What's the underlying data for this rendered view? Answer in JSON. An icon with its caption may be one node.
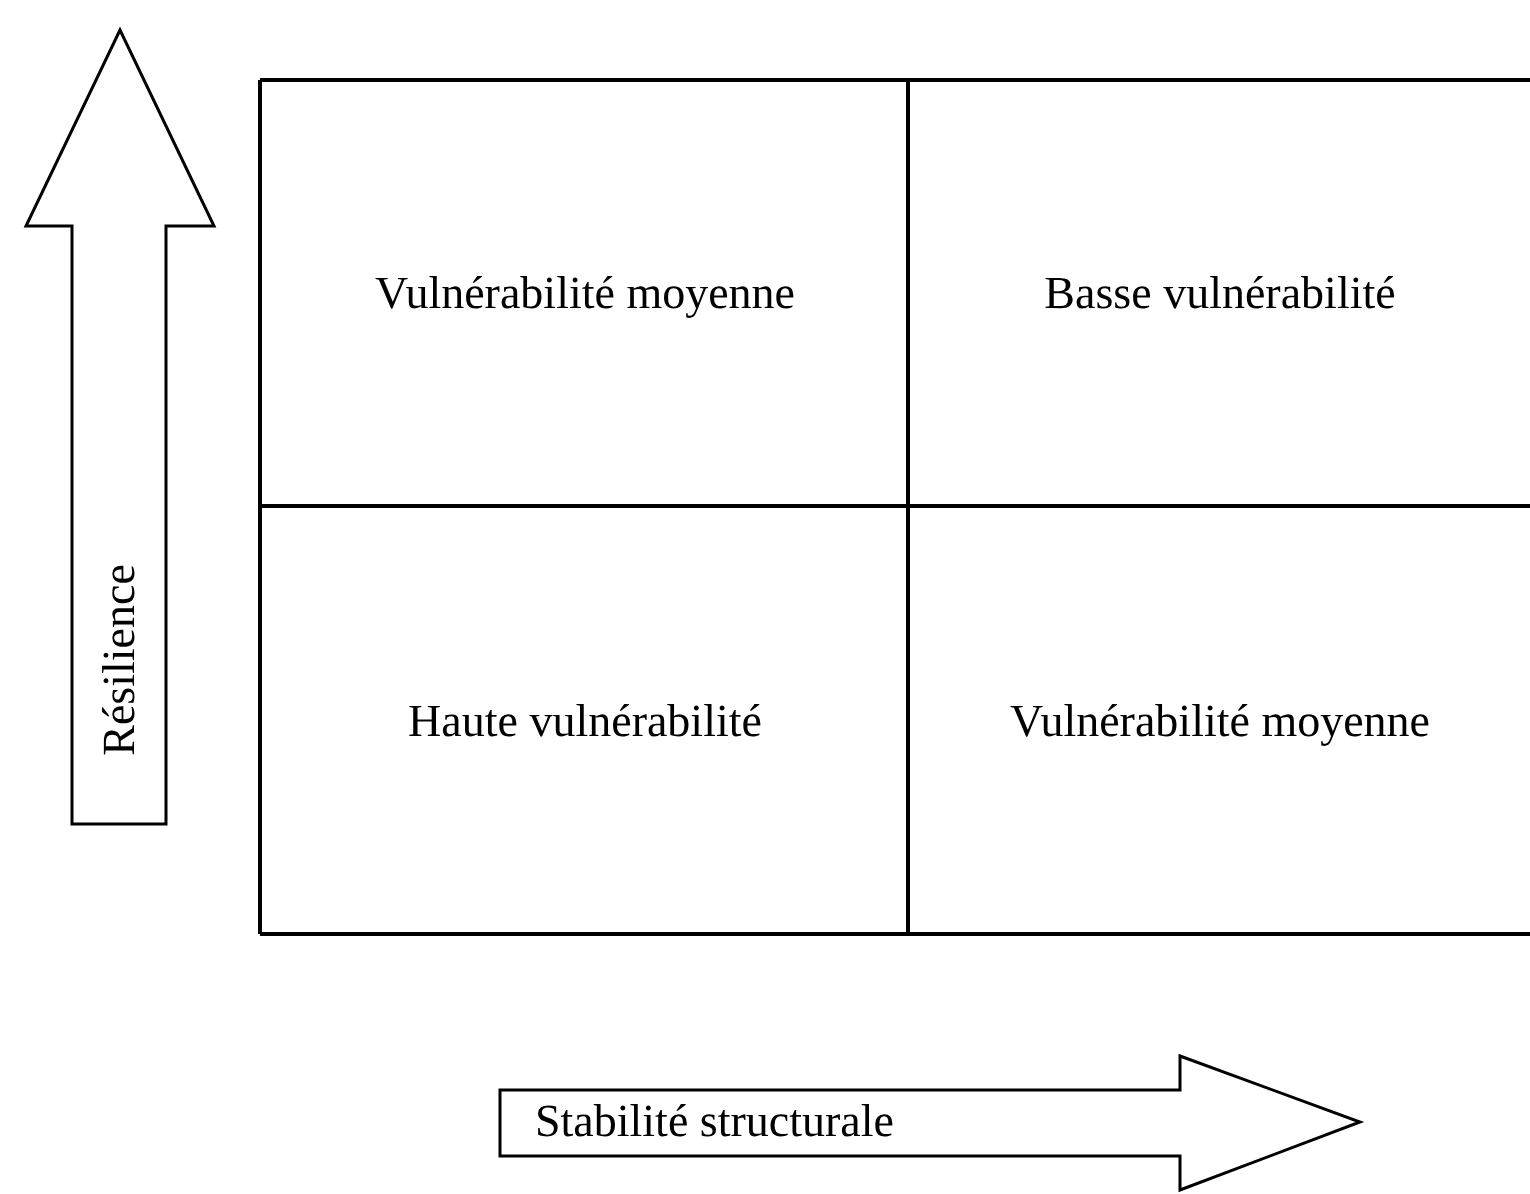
{
  "diagram": {
    "nodes": [
      {
        "text": [
          "Vulnérabilité moyenne"
        ]
      },
      {
        "text": [
          "Basse vulnérabilité"
        ]
      },
      {
        "text": [
          "Haute vulnérabilité"
        ]
      },
      {
        "text": [
          "Vulnérabilité moyenne"
        ]
      }
    ],
    "labels": [
      "Résilience",
      "Stabilité structurale"
    ]
  }
}
